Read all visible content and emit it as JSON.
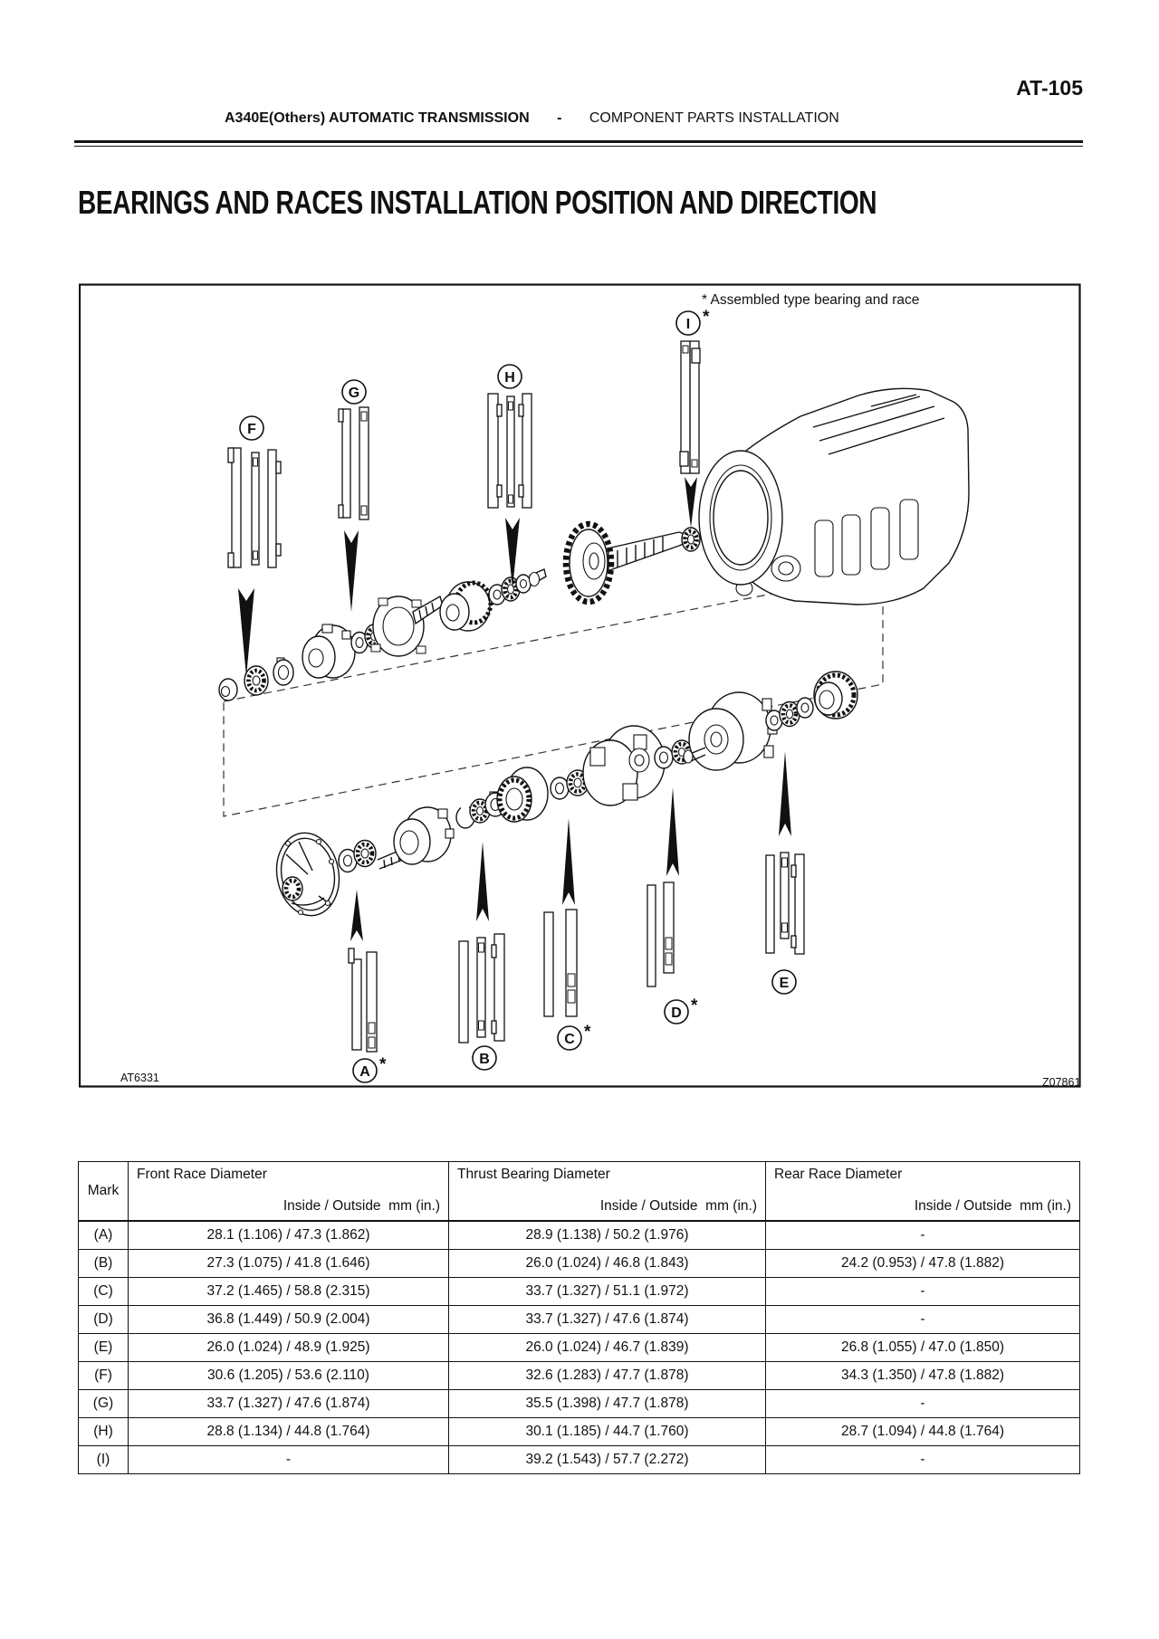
{
  "page": {
    "page_code": "AT-105",
    "header": {
      "section_bold": "A340E(Others) AUTOMATIC TRANSMISSION",
      "separator": "-",
      "section_regular": "COMPONENT PARTS INSTALLATION"
    },
    "title": "BEARINGS AND RACES INSTALLATION POSITION AND DIRECTION"
  },
  "figure": {
    "note": "* Assembled type bearing and race",
    "drawing_number": "AT6331",
    "print_code": "Z07861",
    "callouts": [
      {
        "letter": "A",
        "star": "*"
      },
      {
        "letter": "B",
        "star": ""
      },
      {
        "letter": "C",
        "star": "*"
      },
      {
        "letter": "D",
        "star": "*"
      },
      {
        "letter": "E",
        "star": ""
      },
      {
        "letter": "F",
        "star": ""
      },
      {
        "letter": "G",
        "star": ""
      },
      {
        "letter": "H",
        "star": ""
      },
      {
        "letter": "I",
        "star": "*"
      }
    ]
  },
  "table": {
    "mark_header": "Mark",
    "col_headers": [
      "Front Race Diameter",
      "Thrust Bearing Diameter",
      "Rear Race Diameter"
    ],
    "sub_header": "Inside / Outside  mm (in.)",
    "rows": [
      {
        "mark": "(A)",
        "front": "28.1 (1.106) / 47.3 (1.862)",
        "thrust": "28.9 (1.138) / 50.2 (1.976)",
        "rear": "-"
      },
      {
        "mark": "(B)",
        "front": "27.3 (1.075) / 41.8 (1.646)",
        "thrust": "26.0 (1.024) / 46.8 (1.843)",
        "rear": "24.2 (0.953) / 47.8 (1.882)"
      },
      {
        "mark": "(C)",
        "front": "37.2 (1.465) / 58.8 (2.315)",
        "thrust": "33.7 (1.327) / 51.1 (1.972)",
        "rear": "-"
      },
      {
        "mark": "(D)",
        "front": "36.8 (1.449) / 50.9 (2.004)",
        "thrust": "33.7 (1.327) / 47.6 (1.874)",
        "rear": "-"
      },
      {
        "mark": "(E)",
        "front": "26.0 (1.024) / 48.9 (1.925)",
        "thrust": "26.0 (1.024) / 46.7 (1.839)",
        "rear": "26.8 (1.055) / 47.0 (1.850)"
      },
      {
        "mark": "(F)",
        "front": "30.6 (1.205) / 53.6 (2.110)",
        "thrust": "32.6 (1.283) / 47.7 (1.878)",
        "rear": "34.3 (1.350) / 47.8 (1.882)"
      },
      {
        "mark": "(G)",
        "front": "33.7 (1.327) / 47.6 (1.874)",
        "thrust": "35.5 (1.398) / 47.7 (1.878)",
        "rear": "-"
      },
      {
        "mark": "(H)",
        "front": "28.8 (1.134) / 44.8 (1.764)",
        "thrust": "30.1 (1.185) / 44.7 (1.760)",
        "rear": "28.7 (1.094) / 44.8 (1.764)"
      },
      {
        "mark": "(I)",
        "front": "-",
        "thrust": "39.2 (1.543) / 57.7 (2.272)",
        "rear": "-"
      }
    ]
  }
}
